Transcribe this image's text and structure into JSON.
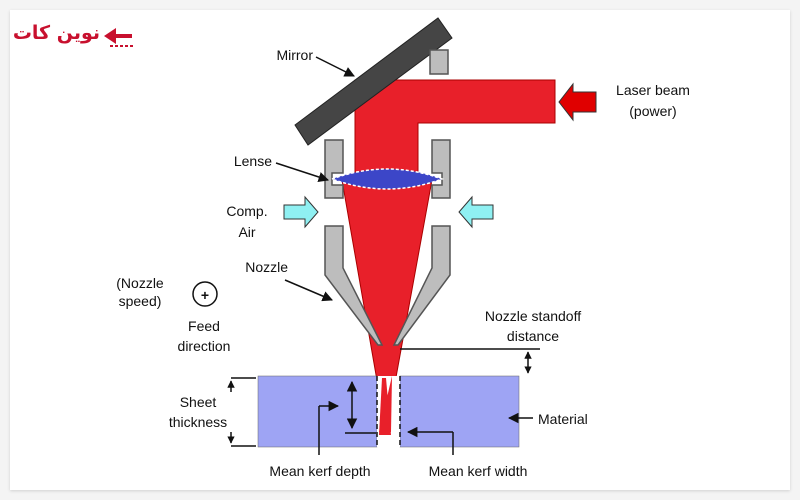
{
  "logo": {
    "text": "نوین کات"
  },
  "labels": {
    "mirror": "Mirror",
    "laser_beam_1": "Laser beam",
    "laser_beam_2": "(power)",
    "lense": "Lense",
    "comp_air_1": "Comp.",
    "comp_air_2": "Air",
    "nozzle": "Nozzle",
    "nozzle_speed_1": "(Nozzle",
    "nozzle_speed_2": "speed)",
    "feed_1": "Feed",
    "feed_2": "direction",
    "standoff_1": "Nozzle standoff",
    "standoff_2": "distance",
    "sheet_1": "Sheet",
    "sheet_2": "thickness",
    "material": "Material",
    "kerf_depth": "Mean kerf depth",
    "kerf_width": "Mean kerf width",
    "plus_symbol": "+"
  },
  "colors": {
    "beam": "#e8202a",
    "material": "#9ea4f4",
    "lens": "#3c46c8",
    "nozzle": "#bdbdbd",
    "mirror": "#454545",
    "air_arrow": "#8ff0f2",
    "power_arrow": "#e00000"
  }
}
